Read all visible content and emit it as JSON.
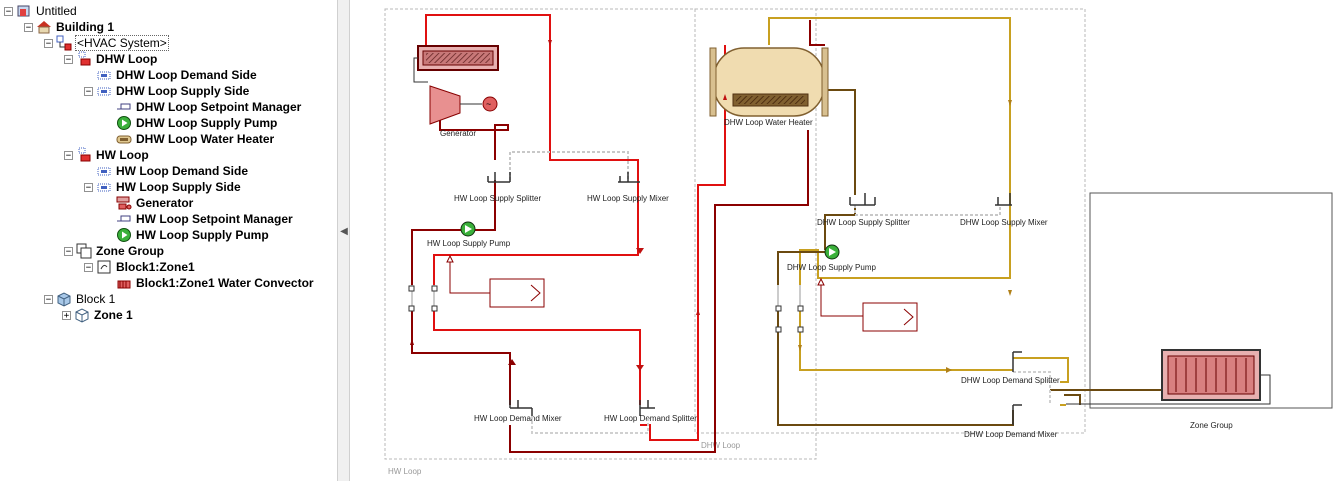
{
  "tree": {
    "root": "Untitled",
    "building": "Building 1",
    "hvac_system": "<HVAC System>",
    "dhw_loop": "DHW Loop",
    "dhw_demand": "DHW Loop Demand Side",
    "dhw_supply": "DHW Loop Supply Side",
    "dhw_setpoint": "DHW Loop Setpoint Manager",
    "dhw_pump": "DHW Loop Supply Pump",
    "dhw_heater": "DHW Loop Water Heater",
    "hw_loop": "HW Loop",
    "hw_demand": "HW Loop Demand Side",
    "hw_supply": "HW Loop Supply Side",
    "generator": "Generator",
    "hw_setpoint": "HW Loop Setpoint Manager",
    "hw_pump": "HW Loop Supply Pump",
    "zone_group": "Zone Group",
    "zone_block": "Block1:Zone1",
    "convector": "Block1:Zone1 Water Convector",
    "block": "Block 1",
    "zone": "Zone 1"
  },
  "diagram": {
    "generator": "Generator",
    "water_heater": "DHW Loop Water Heater",
    "hw_supply_splitter": "HW Loop Supply Splitter",
    "hw_supply_mixer": "HW Loop Supply Mixer",
    "hw_supply_pump": "HW Loop Supply Pump",
    "hw_demand_mixer": "HW Loop Demand Mixer",
    "hw_demand_splitter": "HW Loop Demand Splitter",
    "hw_loop": "HW Loop",
    "dhw_loop": "DHW Loop",
    "dhw_supply_splitter": "DHW Loop Supply Splitter",
    "dhw_supply_mixer": "DHW Loop Supply Mixer",
    "dhw_supply_pump": "DHW Loop Supply Pump",
    "dhw_demand_splitter": "DHW Loop Demand Splitter",
    "dhw_demand_mixer": "DHW Loop Demand Mixer",
    "zone_group": "Zone Group"
  },
  "colors": {
    "hw_supply": "#e01010",
    "hw_return": "#8b0000",
    "dhw_supply": "#c8a020",
    "dhw_return": "#6b4a10",
    "loop_border": "#b0b0b0"
  }
}
